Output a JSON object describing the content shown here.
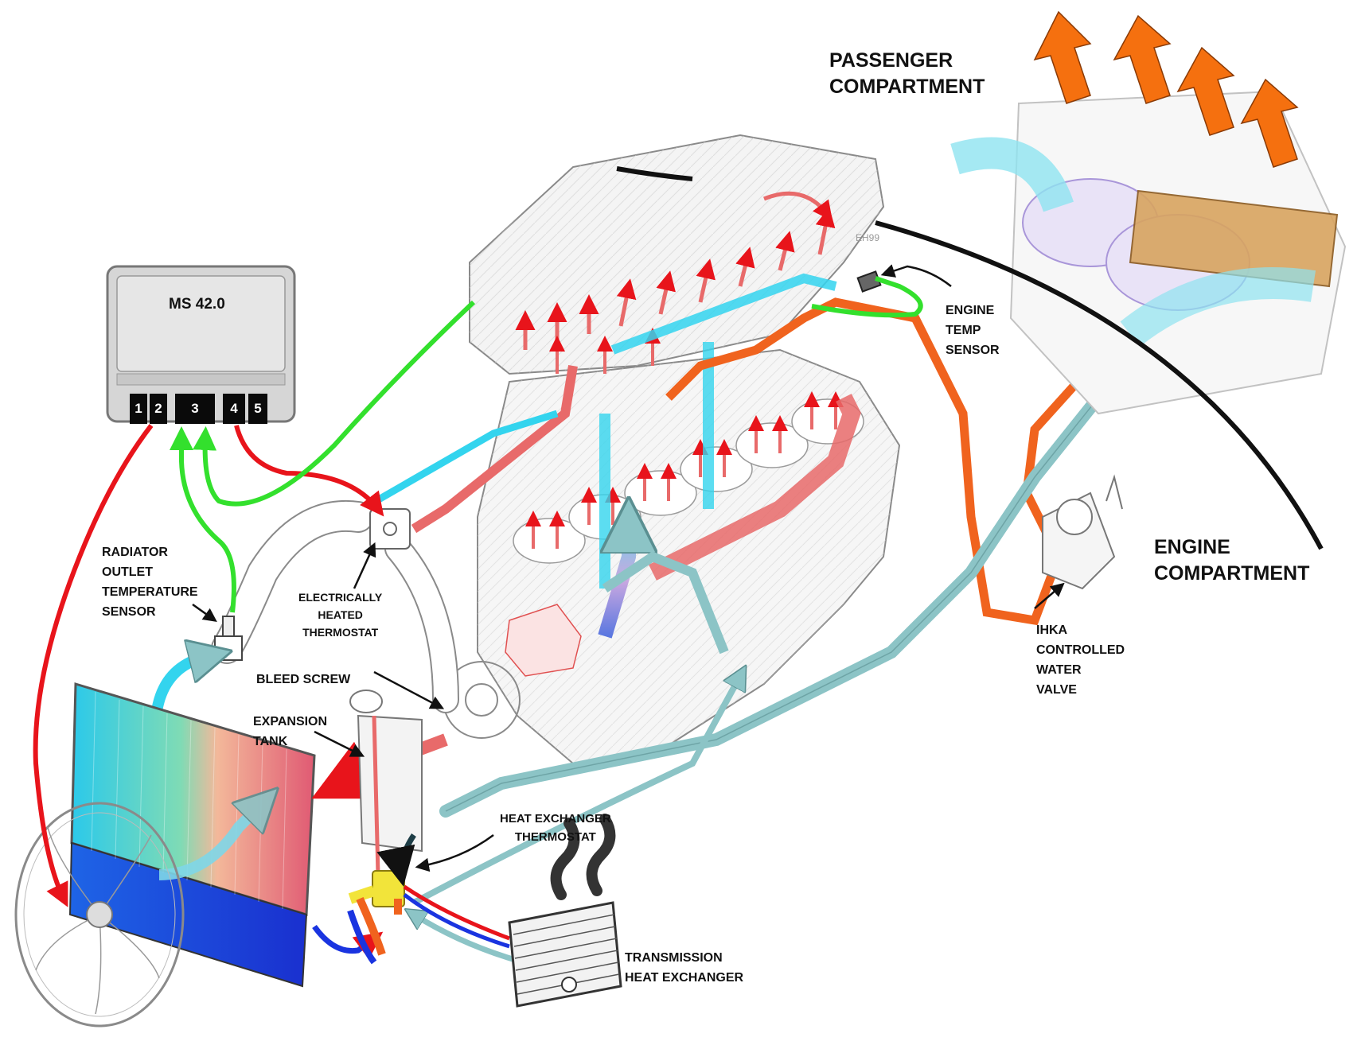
{
  "ecu": {
    "title": "MS 42.0",
    "pins": [
      "1",
      "2",
      "3",
      "4",
      "5"
    ]
  },
  "labels": {
    "passenger_compartment": "PASSENGER\nCOMPARTMENT",
    "engine_compartment": "ENGINE\nCOMPARTMENT",
    "engine_temp_sensor": "ENGINE\nTEMP\nSENSOR",
    "radiator_outlet_sensor": "RADIATOR\nOUTLET\nTEMPERATURE\nSENSOR",
    "electrically_heated_thermostat": "ELECTRICALLY\nHEATED\nTHERMOSTAT",
    "bleed_screw": "BLEED SCREW",
    "expansion_tank": "EXPANSION\nTANK",
    "heat_exchanger_thermostat": "HEAT EXCHANGER\nTHERMOSTAT",
    "ihka_valve": "IHKA\nCONTROLLED\nWATER\nVALVE",
    "transmission_heat_exchanger": "TRANSMISSION\nHEAT EXCHANGER",
    "figure_code": "EH99"
  },
  "colors": {
    "signal_out": "#e8141b",
    "signal_in": "#33e02d",
    "cool_coolant": "#33d4ee",
    "warm_coolant": "#e86a6a",
    "hot_coolant": "#f0631e",
    "return_coolant": "#8cc4c6",
    "cold_flow": "#1a34e0",
    "heated_air": "#f5700f"
  }
}
